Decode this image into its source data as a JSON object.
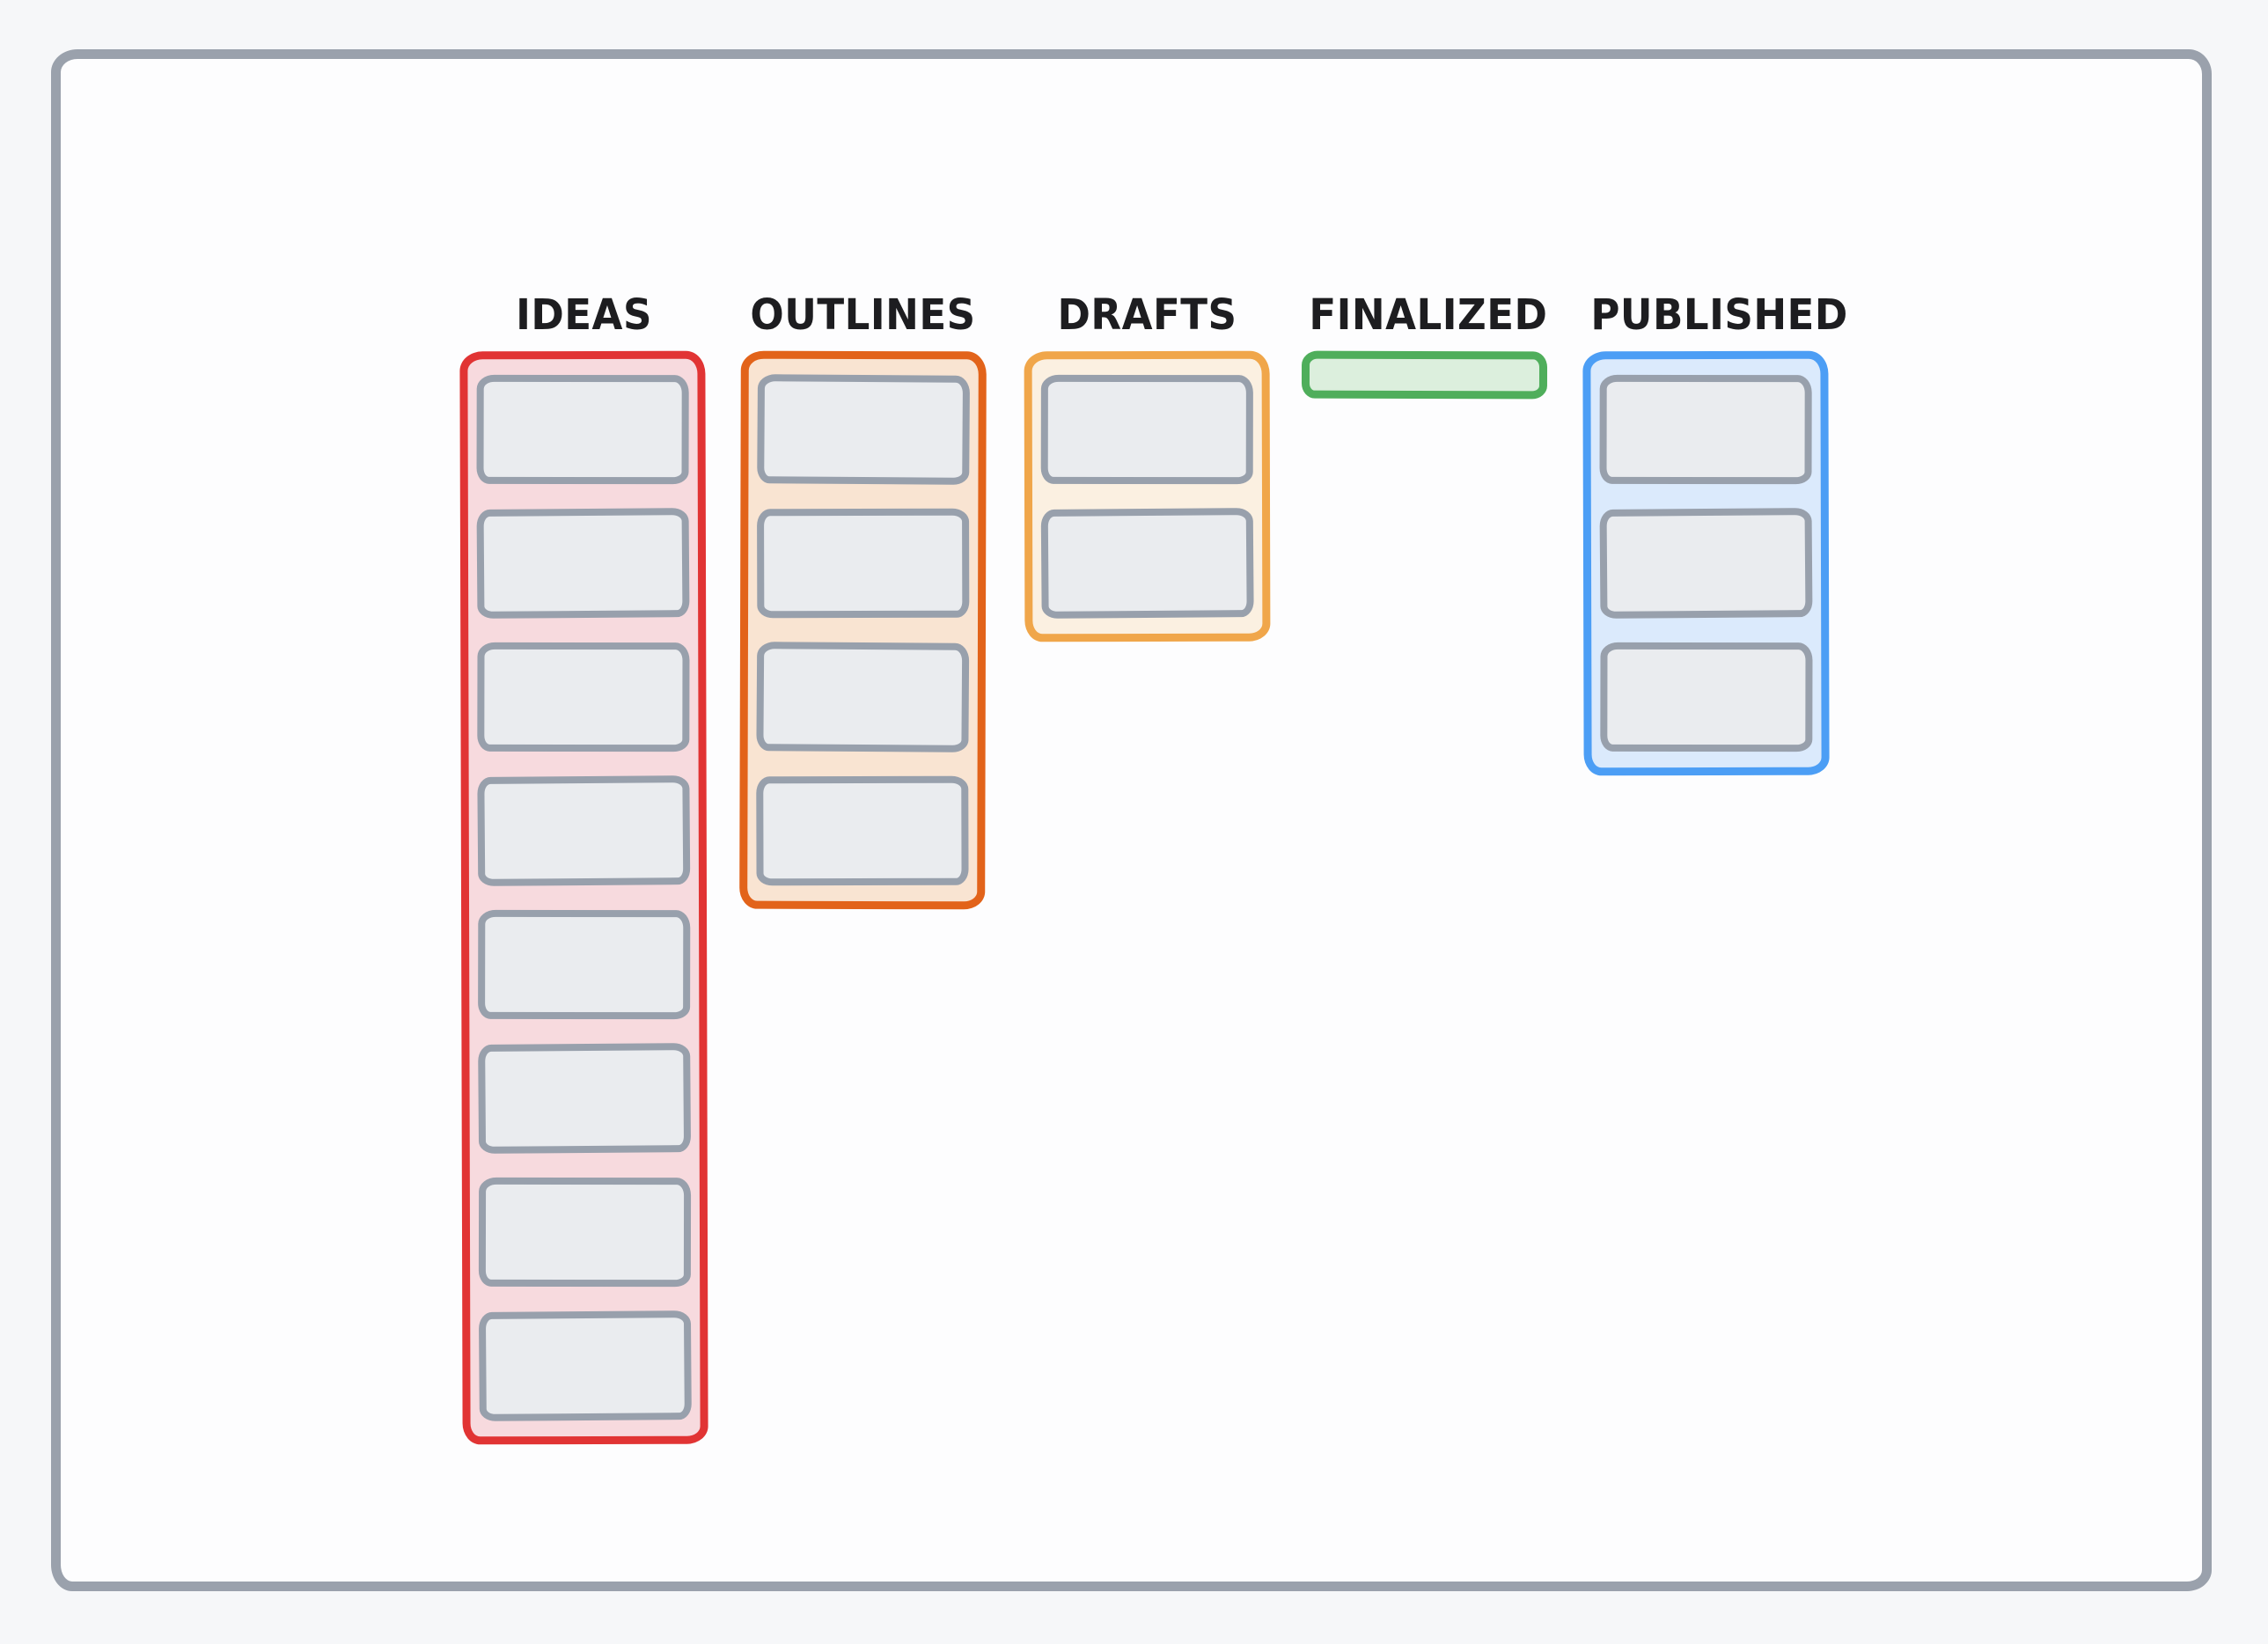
{
  "board": {
    "background_color": "#f6f7f9",
    "frame": {
      "fill": "#fdfdfe",
      "border_color": "#9aa1ac"
    },
    "card_style": {
      "fill": "#eaecef",
      "border_color": "#98a0ac"
    },
    "header_text_color": "#1d1d20",
    "columns": [
      {
        "id": "ideas",
        "label": "IDEAS",
        "border_color": "#e13434",
        "fill": "#f7dade",
        "card_count": 8
      },
      {
        "id": "outlines",
        "label": "OUTLINES",
        "border_color": "#e2631a",
        "fill": "#f9e4d2",
        "card_count": 4
      },
      {
        "id": "drafts",
        "label": "DRAFTS",
        "border_color": "#f0a64a",
        "fill": "#fbf0e1",
        "card_count": 2
      },
      {
        "id": "finalized",
        "label": "FINALIZED",
        "border_color": "#4fae5b",
        "fill": "#dcefdd",
        "card_count": 0
      },
      {
        "id": "published",
        "label": "PUBLISHED",
        "border_color": "#4c9ef5",
        "fill": "#dbeafc",
        "card_count": 3
      }
    ]
  }
}
